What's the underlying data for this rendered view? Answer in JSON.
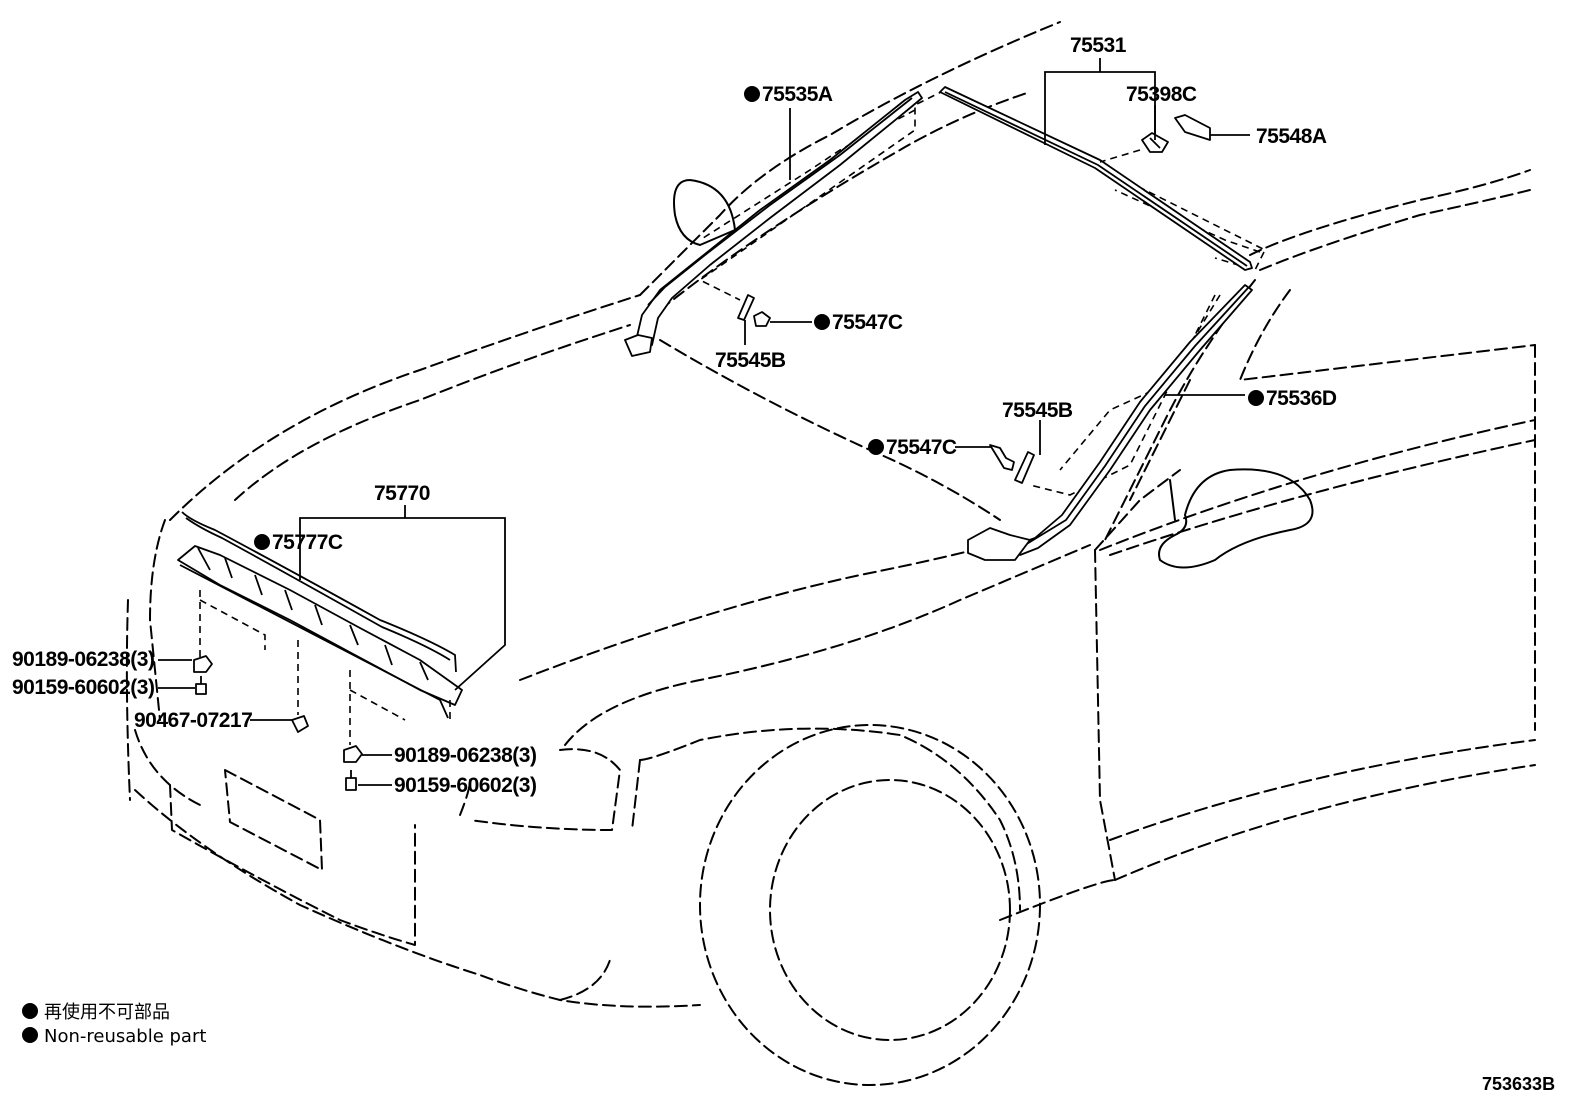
{
  "diagram_id": "753633B",
  "callouts": {
    "p75531": "75531",
    "p75535A": "75535A",
    "p75398C": "75398C",
    "p75548A": "75548A",
    "p75547C_top": "75547C",
    "p75545B_top": "75545B",
    "p75536D": "75536D",
    "p75545B_mid": "75545B",
    "p75547C_mid": "75547C",
    "p75770": "75770",
    "p75777C": "75777C",
    "p90189_left": "90189-06238(3)",
    "p90159_left": "90159-60602(3)",
    "p90467": "90467-07217",
    "p90189_right": "90189-06238(3)",
    "p90159_right": "90159-60602(3)"
  },
  "legend": {
    "line1": "再使用不可部品",
    "line2": "Non-reusable part"
  }
}
